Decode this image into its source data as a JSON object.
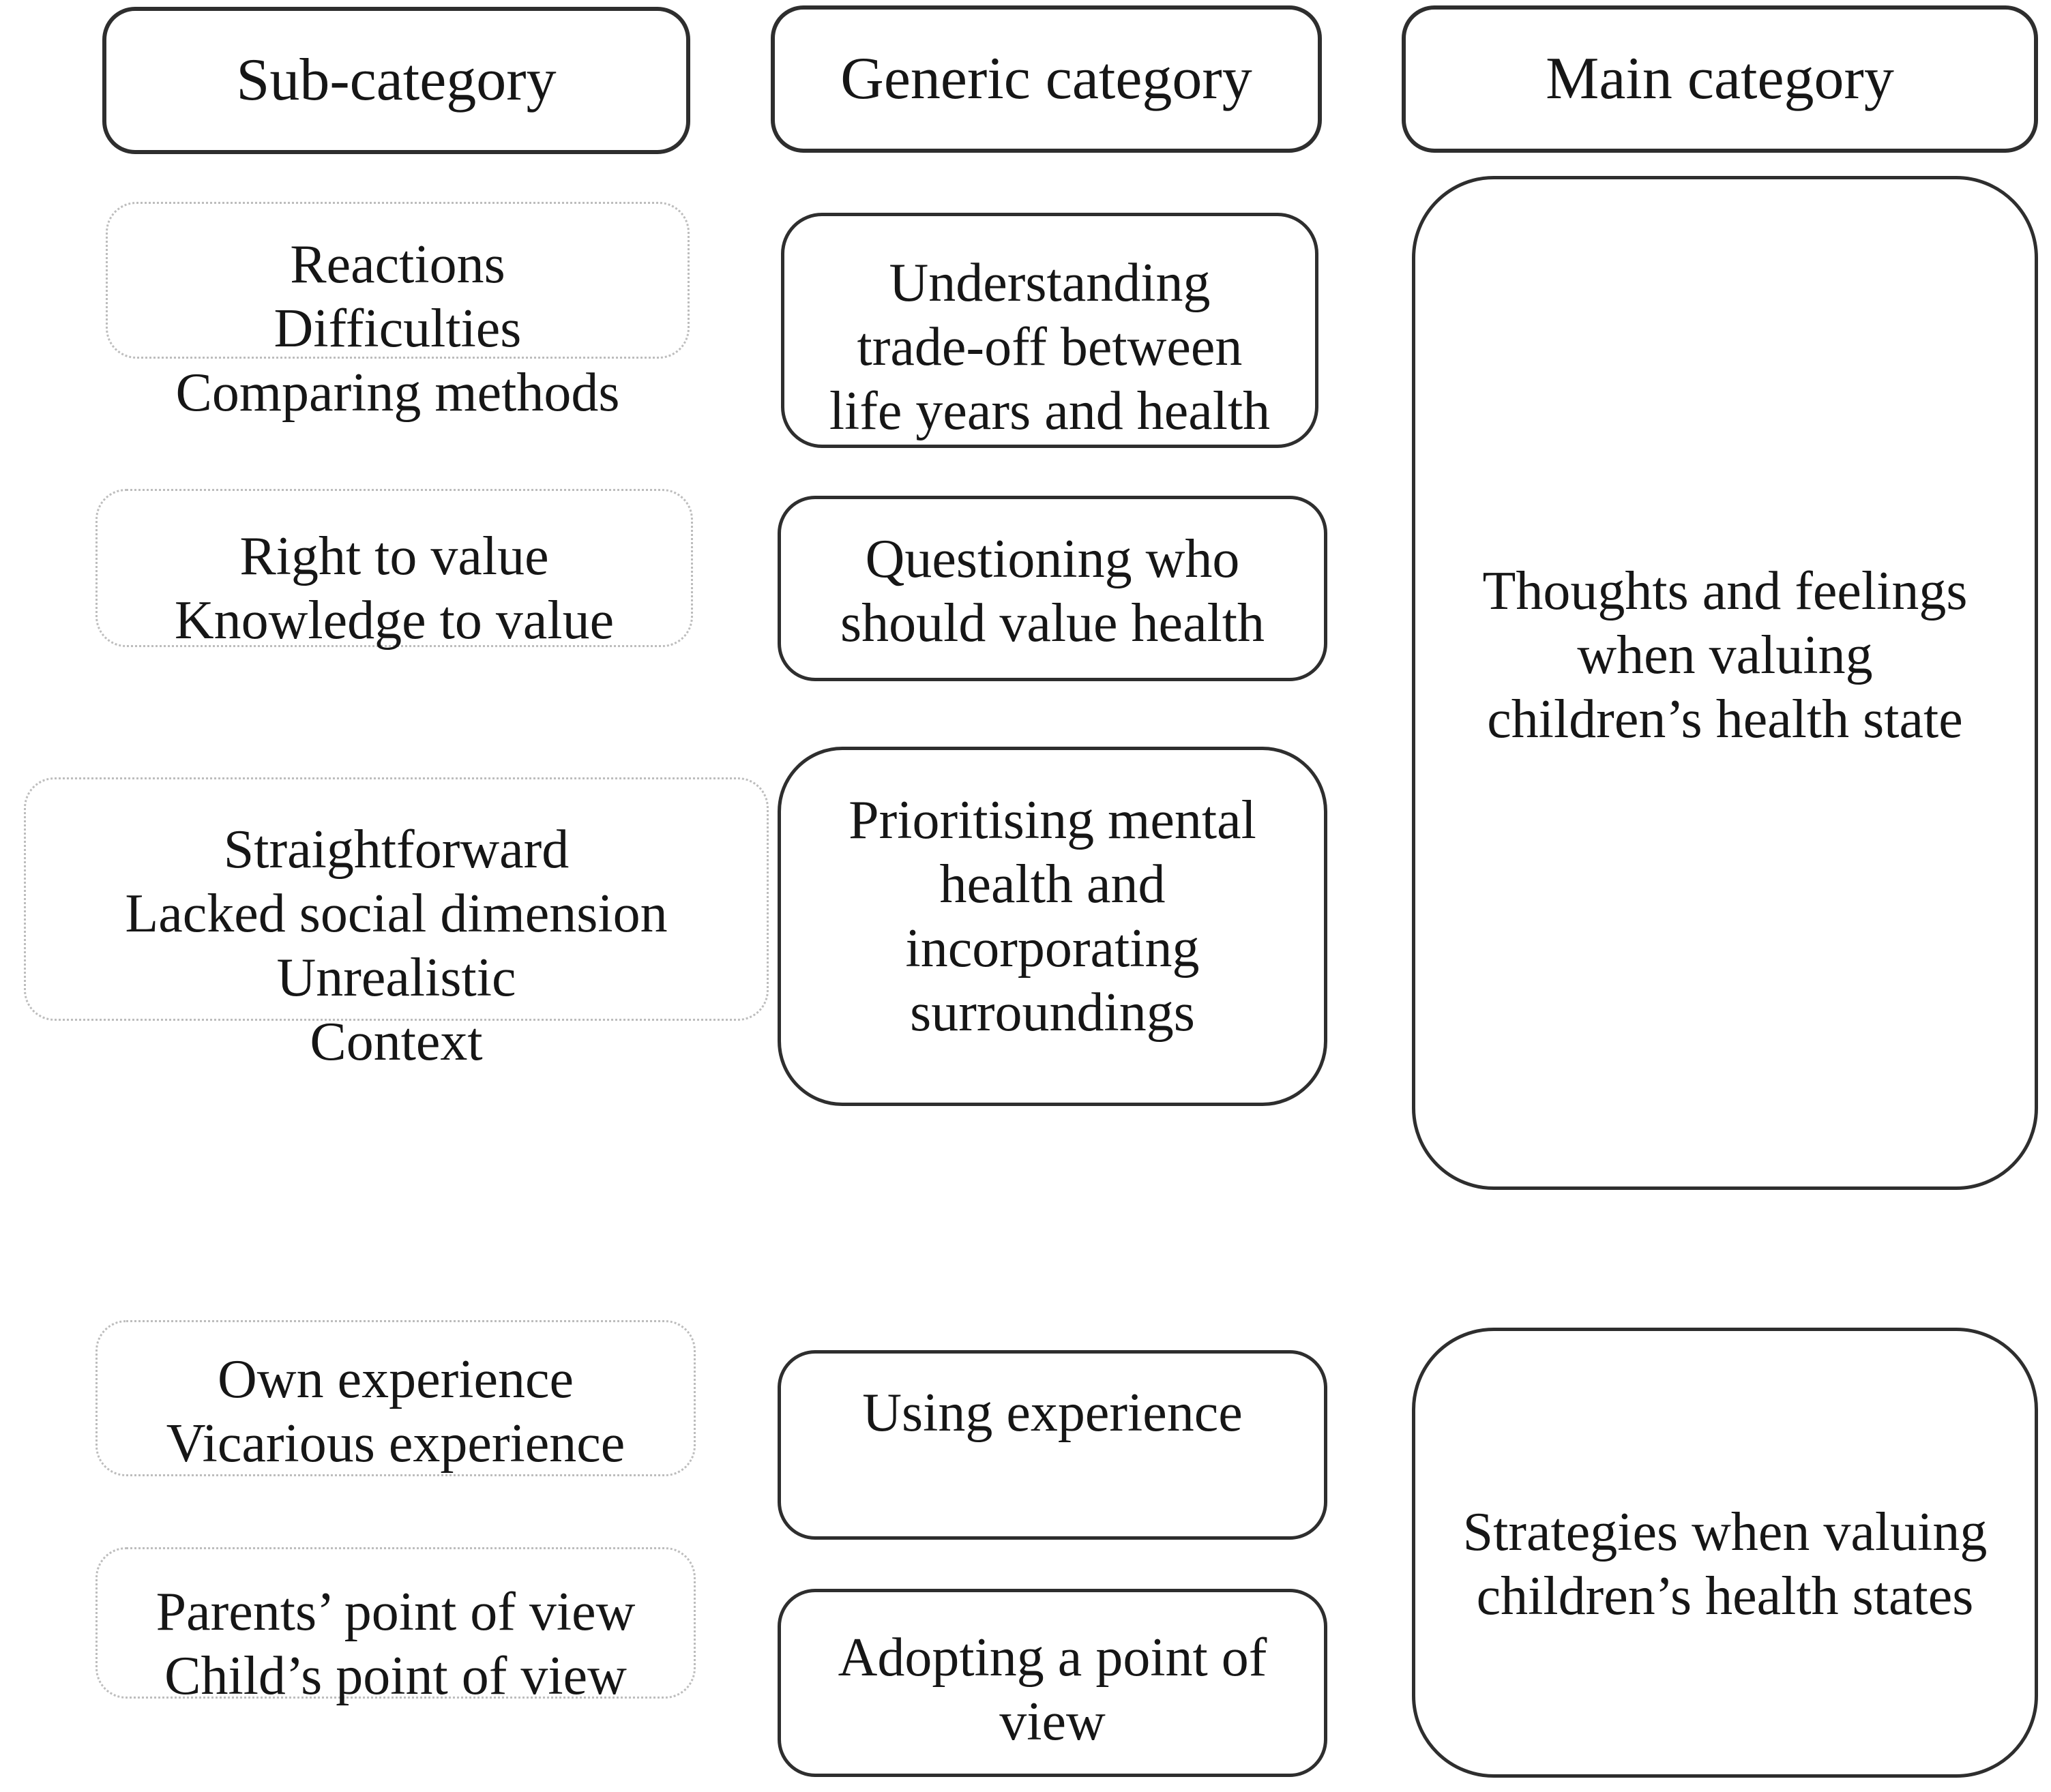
{
  "headers": {
    "sub": "Sub-category",
    "generic": "Generic category",
    "main": "Main category"
  },
  "sub_boxes": [
    {
      "lines": [
        "Reactions",
        "Difficulties",
        "Comparing methods"
      ]
    },
    {
      "lines": [
        "Right to value",
        "Knowledge to value"
      ]
    },
    {
      "lines": [
        "Straightforward",
        "Lacked social dimension",
        "Unrealistic",
        "Context"
      ]
    },
    {
      "lines": [
        "Own experience",
        "Vicarious experience"
      ]
    },
    {
      "lines": [
        "Parents’ point of view",
        "Child’s point of view"
      ]
    }
  ],
  "generic_boxes": [
    {
      "lines": [
        "Understanding",
        "trade-off between",
        "life years and health"
      ]
    },
    {
      "lines": [
        "Questioning who",
        "should value health"
      ]
    },
    {
      "lines": [
        "Prioritising mental",
        "health and",
        "incorporating",
        "surroundings"
      ]
    },
    {
      "lines": [
        "Using experience"
      ]
    },
    {
      "lines": [
        "Adopting a point of",
        "view"
      ]
    }
  ],
  "main_boxes": [
    {
      "lines": [
        "Thoughts and feelings",
        "when valuing",
        "children’s health state"
      ]
    },
    {
      "lines": [
        "Strategies when valuing",
        "children’s health states"
      ]
    }
  ],
  "colors": {
    "background": "#ffffff",
    "text": "#161616",
    "solid_border": "#2e2e2e",
    "faint_border": "#bdbdbd"
  }
}
